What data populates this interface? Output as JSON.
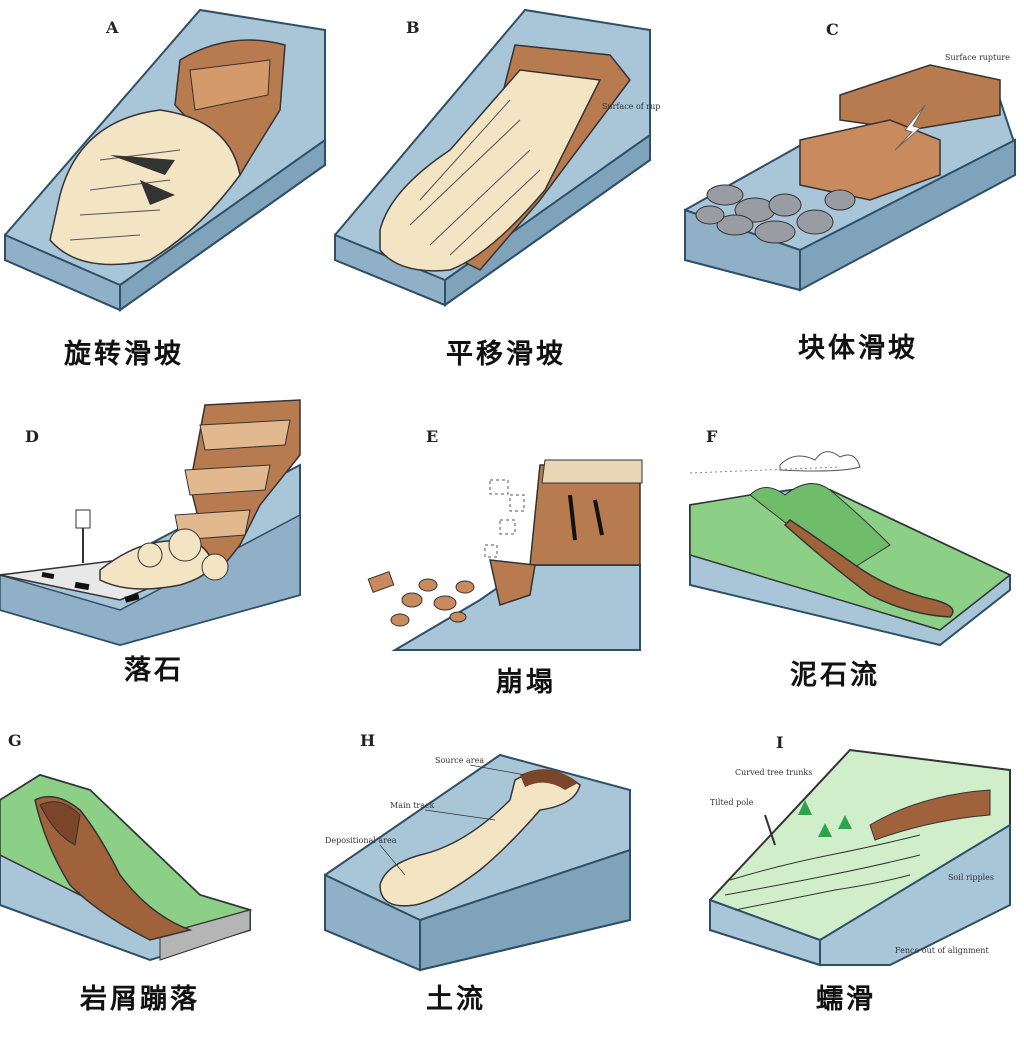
{
  "colors": {
    "slope_blue": "#a9c6d9",
    "slope_edge": "#2f4f66",
    "debris_cream": "#f3e4c4",
    "scarp_brown": "#b87a4f",
    "rock_gray": "#9a9ca3",
    "grass_green": "#8ccf86",
    "light_green": "#cfeec9"
  },
  "panels": [
    {
      "letter": "A",
      "caption": "旋转滑坡"
    },
    {
      "letter": "B",
      "caption": "平移滑坡",
      "annotations": {
        "surface_rupture": "Surface of rupture"
      }
    },
    {
      "letter": "C",
      "caption": "块体滑坡",
      "annotations": {
        "surface_rupture": "Surface rupture"
      }
    },
    {
      "letter": "D",
      "caption": "落石"
    },
    {
      "letter": "E",
      "caption": "崩塌"
    },
    {
      "letter": "F",
      "caption": "泥石流"
    },
    {
      "letter": "G",
      "caption": "岩屑蹦落"
    },
    {
      "letter": "H",
      "caption": "土流",
      "annotations": {
        "source": "Source area",
        "track": "Main track",
        "deposition": "Depositional area"
      }
    },
    {
      "letter": "I",
      "caption": "蠕滑",
      "annotations": {
        "trees": "Curved tree trunks",
        "pole": "Tilted pole",
        "soil": "Soil ripples",
        "fence": "Fence out of alignment"
      }
    }
  ]
}
